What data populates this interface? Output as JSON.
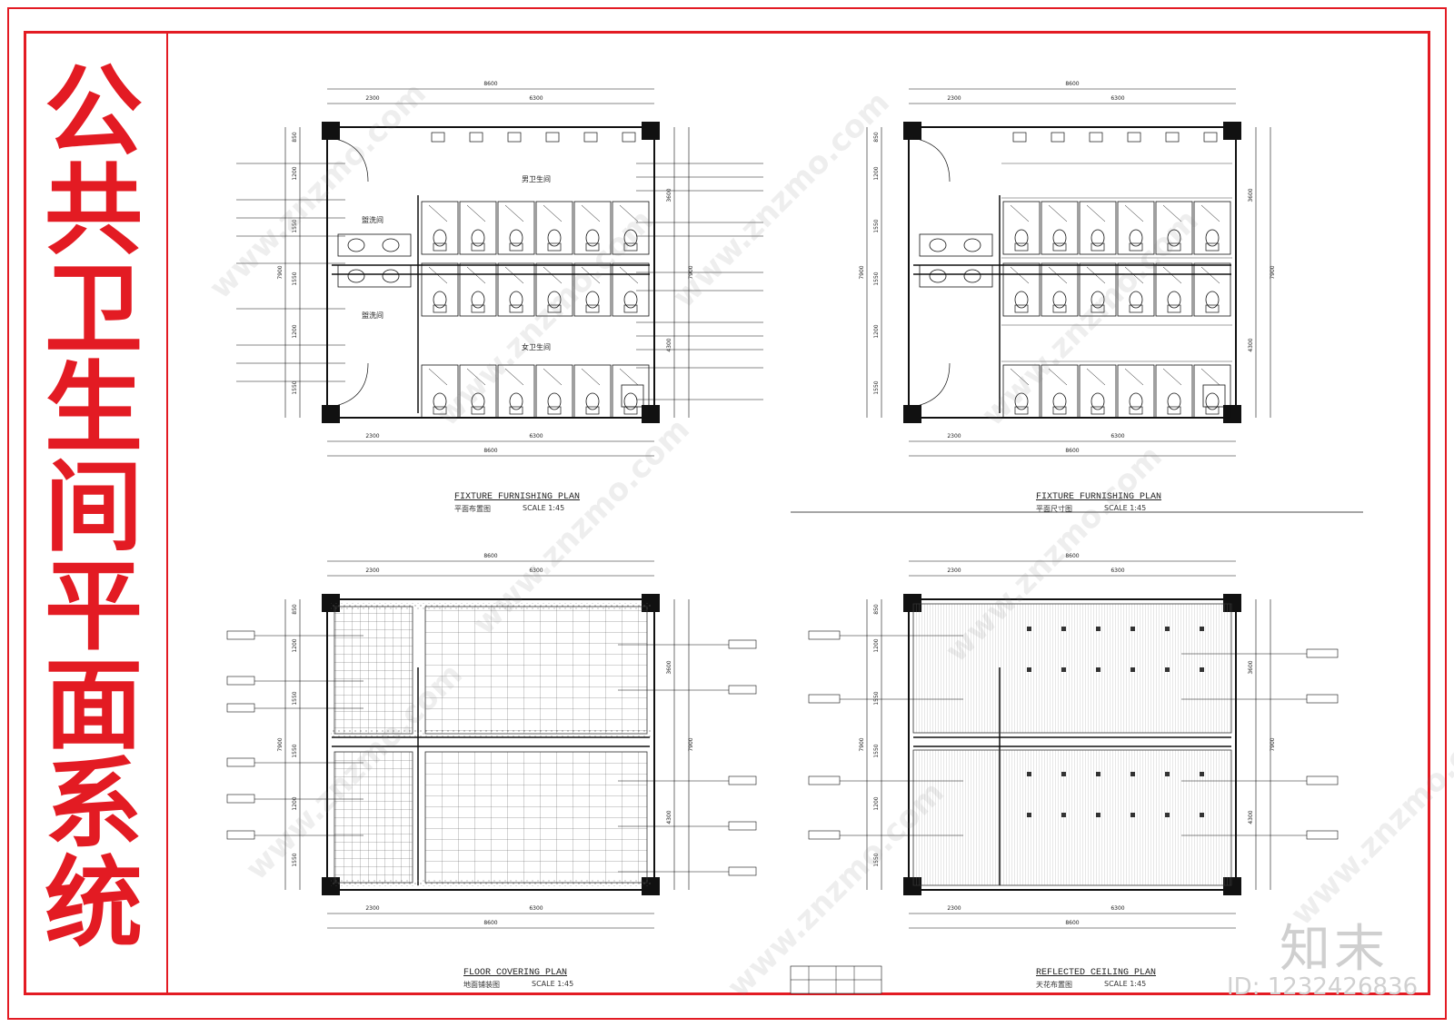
{
  "sheet": {
    "title_chars": [
      "公",
      "共",
      "卫",
      "生",
      "间",
      "平",
      "面",
      "系",
      "统"
    ],
    "brand_color": "#e31b23"
  },
  "plans": [
    {
      "title": "FIXTURE FURNISHING PLAN",
      "subtitle": "平面布置图",
      "scale": "SCALE 1:45"
    },
    {
      "title": "FIXTURE FURNISHING PLAN",
      "subtitle": "平面尺寸图",
      "scale": "SCALE 1:45"
    },
    {
      "title": "FLOOR COVERING PLAN",
      "subtitle": "地面铺装图",
      "scale": "SCALE 1:45"
    },
    {
      "title": "REFLECTED CEILING PLAN",
      "subtitle": "天花布置图",
      "scale": "SCALE 1:45"
    }
  ],
  "dimensions": {
    "total": "8600",
    "left": "2300",
    "right": "6300",
    "height": "7900",
    "rows": [
      "850",
      "1200",
      "1550",
      "1550",
      "1200",
      "1550"
    ],
    "right_rows": [
      "3600",
      "4300"
    ]
  },
  "rooms": {
    "men": "男卫生间",
    "women": "女卫生间",
    "wash1": "盥洗间",
    "wash2": "盥洗间",
    "door": "门"
  },
  "watermark": {
    "text": "www.znzmo.com",
    "logo": "知末",
    "id": "ID: 1232426836"
  }
}
